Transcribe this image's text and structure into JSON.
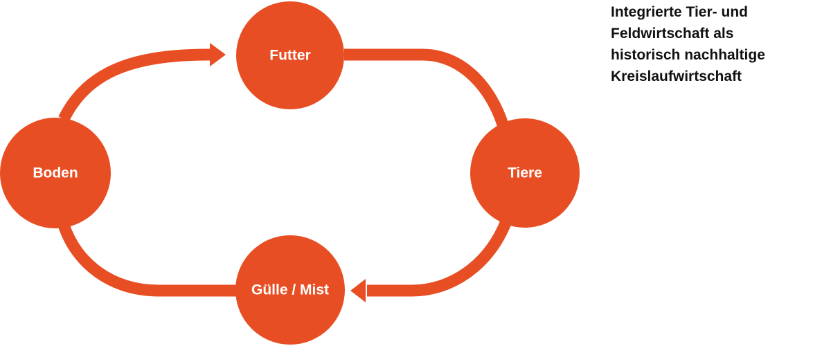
{
  "colors": {
    "accent": "#E84E23",
    "node_text": "#FFFFFF",
    "caption_text": "#111111",
    "background": "#FFFFFF"
  },
  "nodes": {
    "futter": "Futter",
    "tiere": "Tiere",
    "guelle_mist": "Gülle / Mist",
    "boden": "Boden"
  },
  "caption": {
    "lines": [
      "Integrierte Tier- und",
      "Feldwirtschaft als",
      "historisch nachhaltige",
      "Kreislaufwirtschaft"
    ]
  }
}
